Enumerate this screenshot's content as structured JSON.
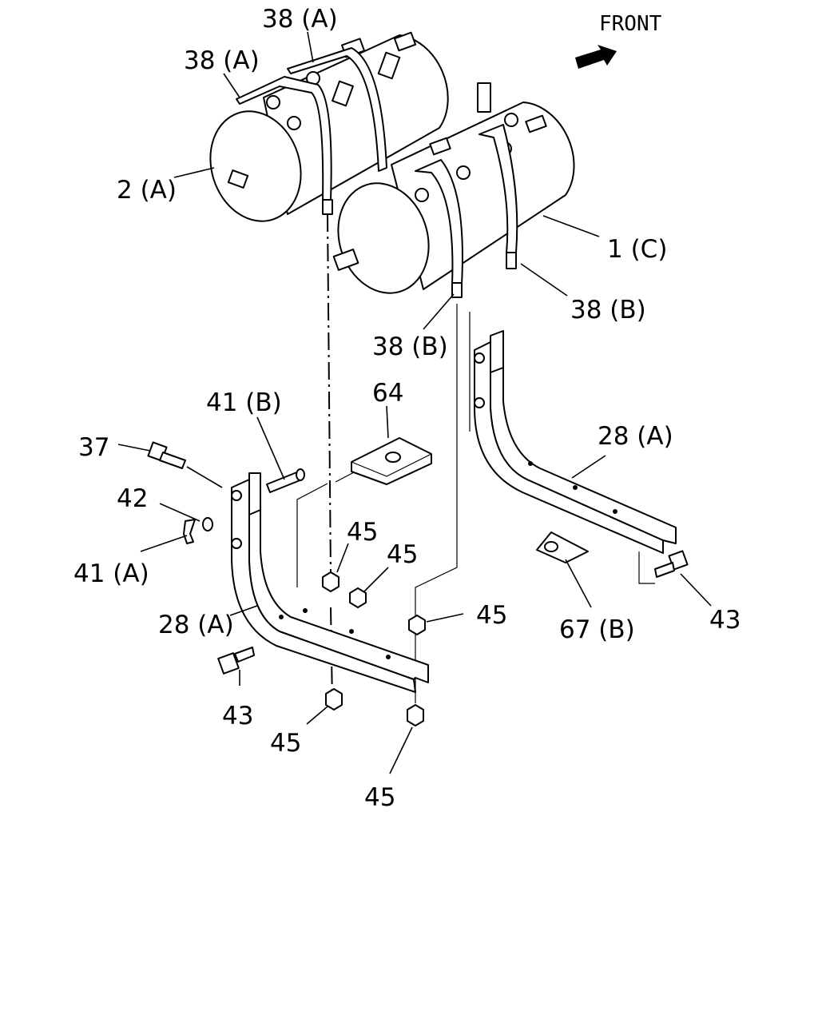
{
  "front_label": "FRONT",
  "callouts": [
    {
      "id": "c-38a-top",
      "text": "38 (A)"
    },
    {
      "id": "c-38a-left",
      "text": "38 (A)"
    },
    {
      "id": "c-2a",
      "text": "2 (A)"
    },
    {
      "id": "c-1c",
      "text": "1 (C)"
    },
    {
      "id": "c-38b-right",
      "text": "38 (B)"
    },
    {
      "id": "c-38b-mid",
      "text": "38 (B)"
    },
    {
      "id": "c-41b",
      "text": "41 (B)"
    },
    {
      "id": "c-64",
      "text": "64"
    },
    {
      "id": "c-37",
      "text": "37"
    },
    {
      "id": "c-42",
      "text": "42"
    },
    {
      "id": "c-41a",
      "text": "41 (A)"
    },
    {
      "id": "c-45-a",
      "text": "45"
    },
    {
      "id": "c-45-b",
      "text": "45"
    },
    {
      "id": "c-45-c",
      "text": "45"
    },
    {
      "id": "c-28a-left",
      "text": "28 (A)"
    },
    {
      "id": "c-28a-right",
      "text": "28 (A)"
    },
    {
      "id": "c-67b",
      "text": "67 (B)"
    },
    {
      "id": "c-43-right",
      "text": "43"
    },
    {
      "id": "c-43-left",
      "text": "43"
    },
    {
      "id": "c-45-d",
      "text": "45"
    },
    {
      "id": "c-45-e",
      "text": "45"
    }
  ]
}
